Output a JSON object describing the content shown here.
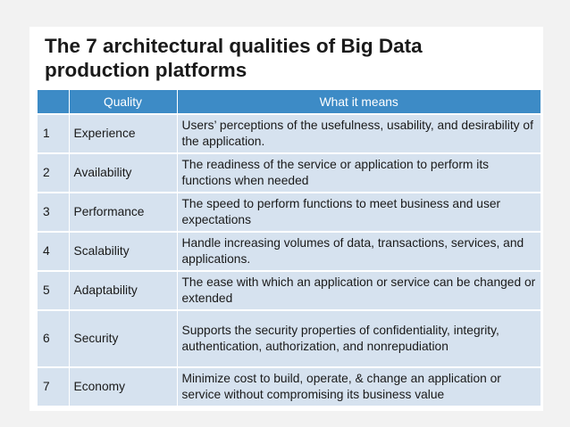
{
  "title": {
    "line1": "The 7 architectural qualities of Big Data",
    "line2": "production platforms"
  },
  "table": {
    "headers": [
      "",
      "Quality",
      "What it means"
    ],
    "rows": [
      {
        "num": "1",
        "quality": "Experience",
        "meaning": "Users’ perceptions of the usefulness, usability, and desirability of the application."
      },
      {
        "num": "2",
        "quality": "Availability",
        "meaning": "The readiness of the service or application to perform its functions when needed"
      },
      {
        "num": "3",
        "quality": "Performance",
        "meaning": "The speed to perform functions to meet business and user expectations"
      },
      {
        "num": "4",
        "quality": "Scalability",
        "meaning": "Handle increasing volumes of data, transactions, services, and applications."
      },
      {
        "num": "5",
        "quality": "Adaptability",
        "meaning": "The ease with which an application or service can be changed or extended"
      },
      {
        "num": "6",
        "quality": "Security",
        "meaning": "Supports the security properties of confidentiality, integrity, authentication, authorization, and nonrepudiation"
      },
      {
        "num": "7",
        "quality": "Economy",
        "meaning": "Minimize cost to build, operate, & change an application or service without compromising its business value"
      }
    ]
  },
  "colors": {
    "header_bg": "#3d8bc6",
    "row_bg": "#d6e2ef",
    "slide_bg": "#ffffff",
    "page_bg": "#f2f2f2"
  }
}
